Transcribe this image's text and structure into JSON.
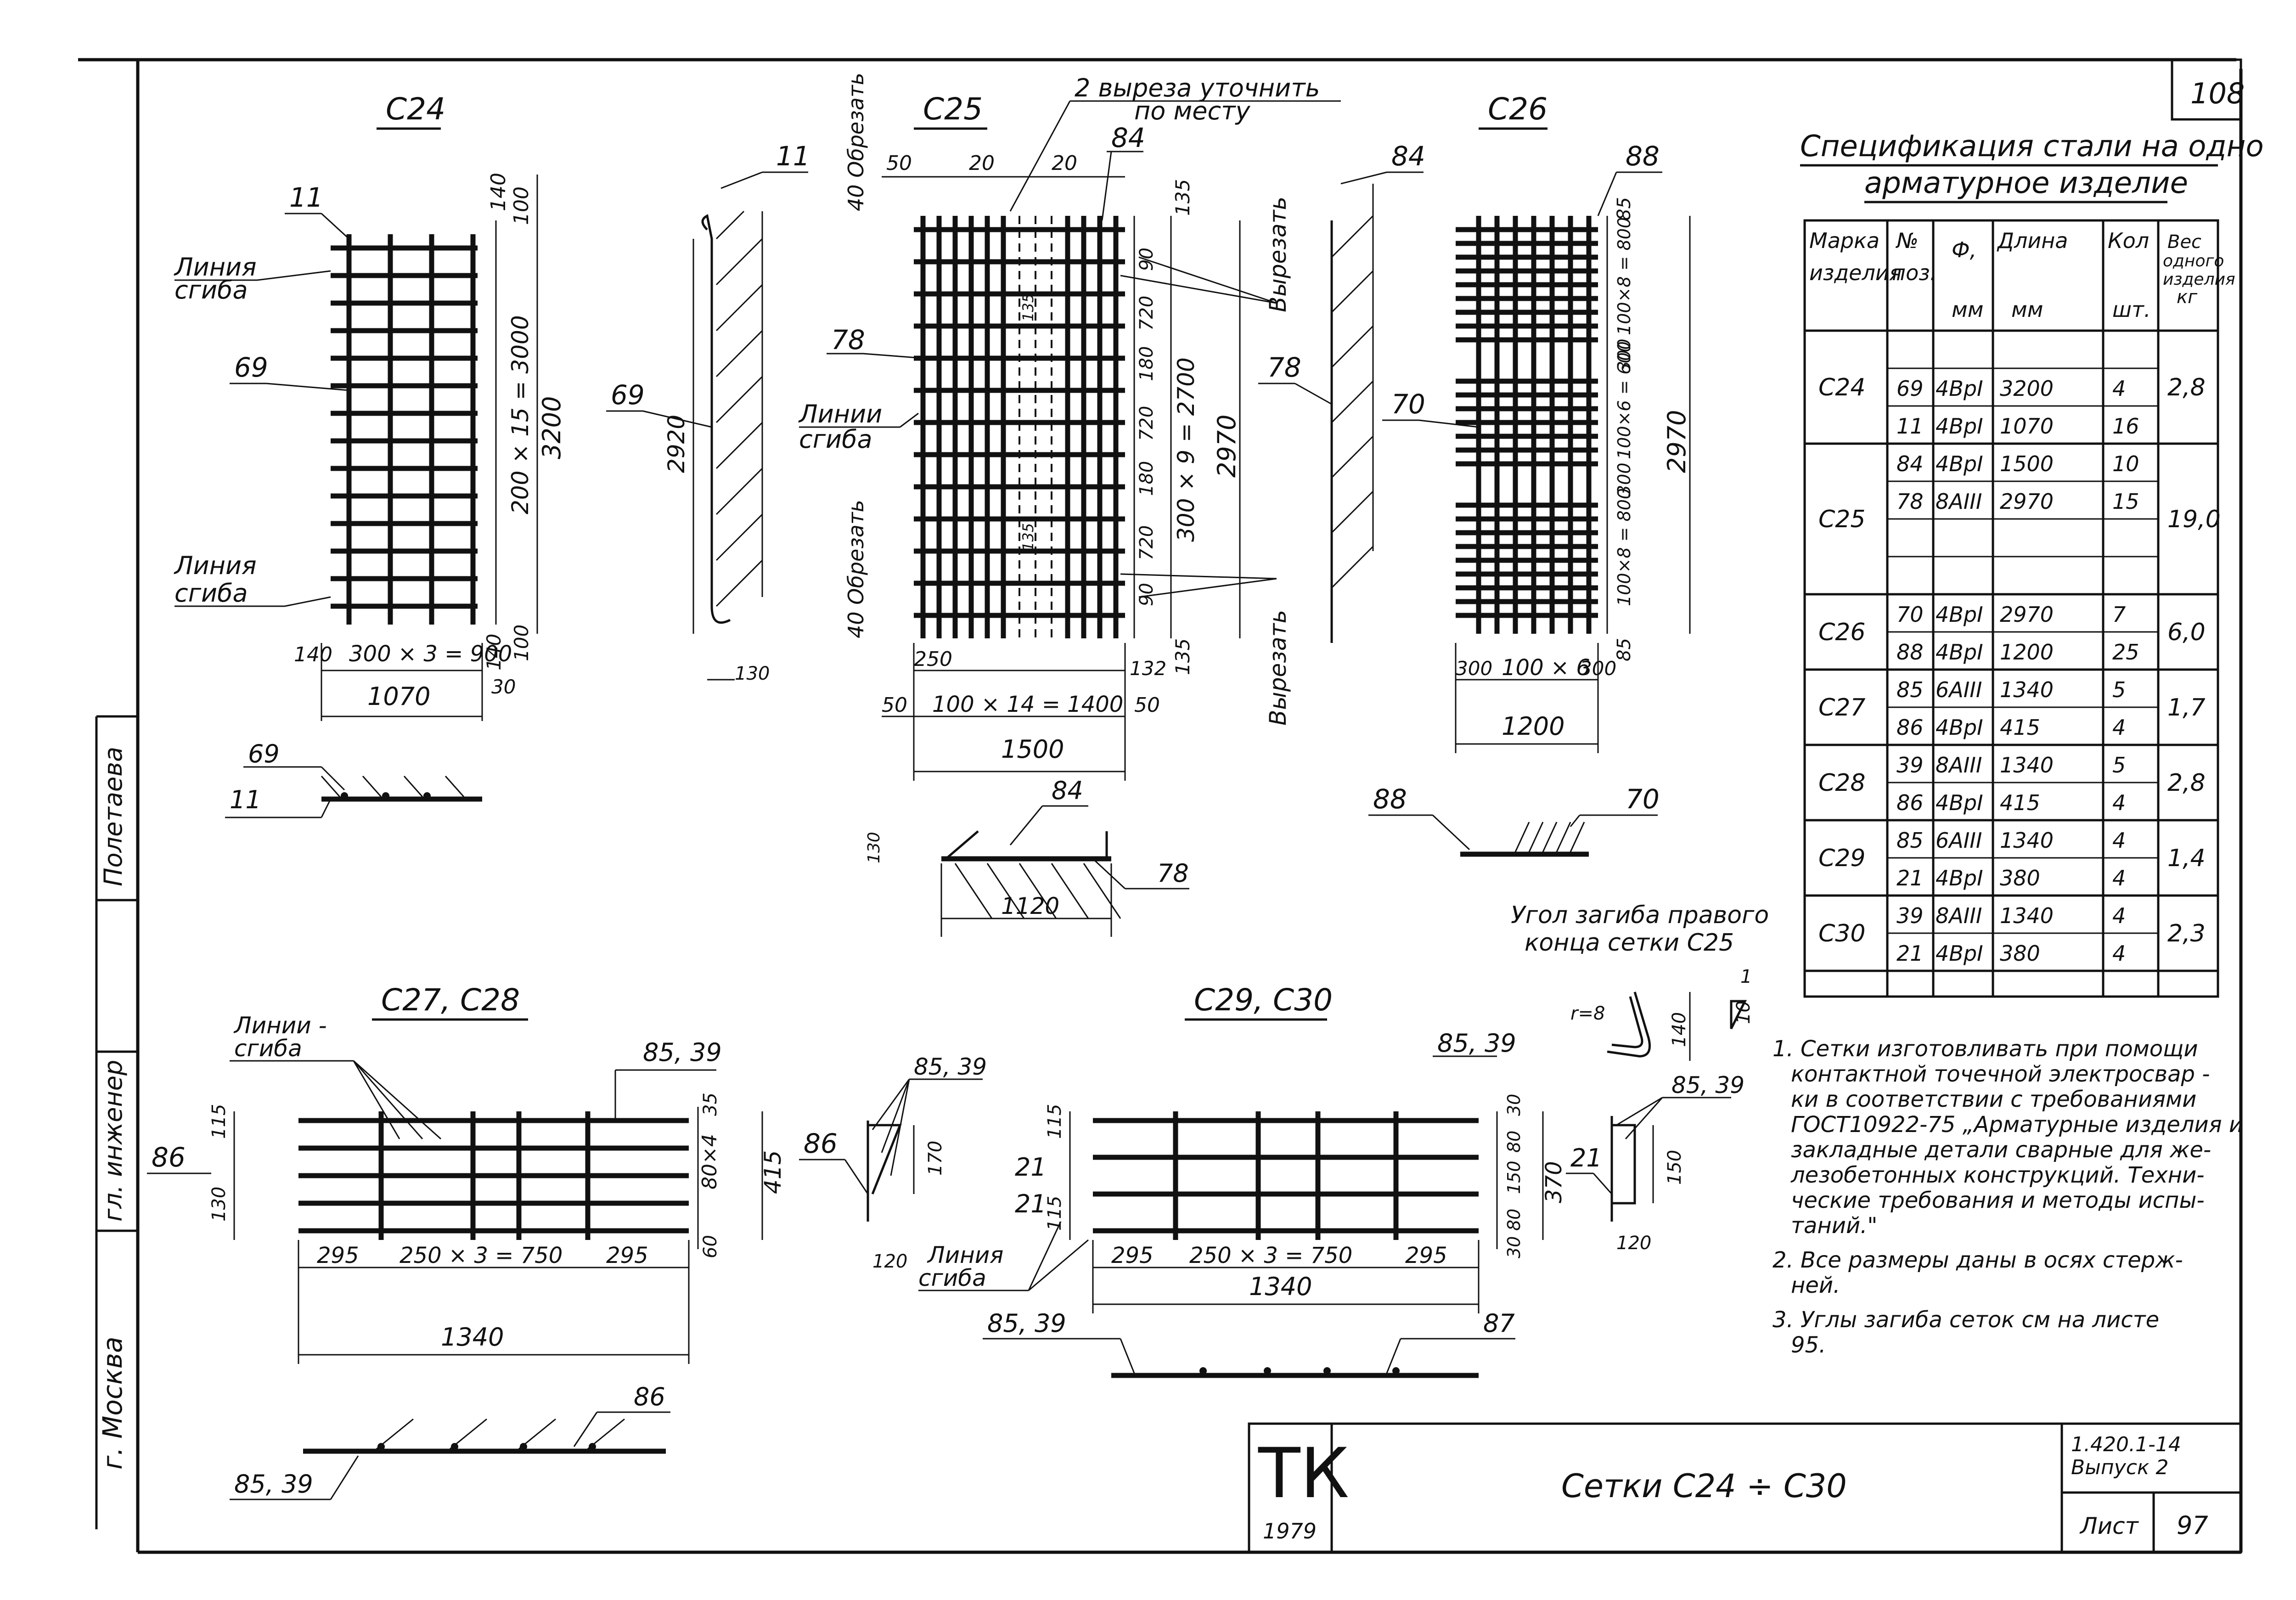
{
  "sheet_number": "108",
  "titles": {
    "c24": "С24",
    "c25": "С25",
    "c26": "С26",
    "c27_c28": "С27, С28",
    "c29_c30": "С29, С30"
  },
  "notes_top": {
    "cutouts_line1": "2 выреза уточнить",
    "cutouts_line2": "по месту"
  },
  "labels": {
    "bend_line_1": "Линия",
    "bend_line_2": "сгиба",
    "bend_lines_1": "Линии",
    "bend_lines_2": "сгиба",
    "bend_lines_c27_1": "Линии -",
    "bend_lines_c27_2": "сгиба",
    "cut_off_top": "40 Обрезать",
    "cut_off_bottom": "40 Обрезать",
    "cut_out_top": "Вырезать",
    "cut_out_bottom": "Вырезать",
    "bend_angle_1": "Угол загиба правого",
    "bend_angle_2": "конца сетки С25",
    "r8": "r=8",
    "slope_1": "1",
    "slope_10": "10"
  },
  "c24": {
    "pos_11": "11",
    "pos_69": "69",
    "d140_top": "140",
    "d100_top": "100",
    "d200x15": "200 × 15 = 3000",
    "d3200": "3200",
    "d140_l": "140",
    "d300x3": "300 × 3 = 900",
    "d140_r": "140",
    "d100_b": "100",
    "d1070": "1070",
    "d30": "30",
    "side_69": "69",
    "side_11": "11",
    "side_2920": "2920",
    "side_130": "130",
    "sec_69": "69",
    "sec_11": "11"
  },
  "c25": {
    "d50": "50",
    "d20a": "20",
    "d20b": "20",
    "pos_84": "84",
    "pos_78": "78",
    "d135_top": "135",
    "d90_top": "90",
    "d720a": "720",
    "d180a": "180",
    "d720b": "720",
    "d180b": "180",
    "d720c": "720",
    "d90_bot": "90",
    "d135_bot": "135",
    "d300x9": "300 × 9 = 2700",
    "d2970": "2970",
    "d135_small1": "135",
    "d135_small2": "135",
    "d250": "250",
    "d132": "132",
    "d50l": "50",
    "d100x14": "100 × 14 = 1400",
    "d50r": "50",
    "d1500": "1500",
    "side_84": "84",
    "side_78": "78",
    "sec_84": "84",
    "sec_78": "78",
    "sec_130": "130",
    "sec_1120": "1120"
  },
  "c26": {
    "pos_88": "88",
    "pos_70": "70",
    "d85_top": "85",
    "d100x8a": "100×8 = 800",
    "d300a": "300",
    "d100x6": "100×6 = 600",
    "d300b": "300",
    "d100x8b": "100×8 = 800",
    "d85_bot": "85",
    "d2970": "2970",
    "d300l": "300",
    "d100x6w": "100 × 6",
    "d300r": "300",
    "d1200": "1200",
    "sec_88": "88",
    "sec_70": "70"
  },
  "c27": {
    "pos_86": "86",
    "pos_8539": "85, 39",
    "d115": "115",
    "d130": "130",
    "d35": "35",
    "d80x4": "80×4",
    "d415": "415",
    "d60": "60",
    "d295l": "295",
    "d250x3": "250 × 3 = 750",
    "d295r": "295",
    "d1340": "1340",
    "sec_86": "86",
    "sec_8539": "85, 39",
    "side_8539": "85, 39",
    "side_86": "86",
    "side_170": "170",
    "side_120": "120"
  },
  "c29": {
    "pos_8539": "85, 39",
    "pos_21a": "21",
    "pos_21b": "21",
    "d115a": "115",
    "d115b": "115",
    "d30a": "30",
    "d80": "80",
    "d150": "150",
    "d80b": "80",
    "d30b": "30",
    "d370": "370",
    "d295l": "295",
    "d250x3": "250 × 3 = 750",
    "d295r": "295",
    "d1340": "1340",
    "sec_8539": "85, 39",
    "sec_87": "87",
    "side_8539": "85, 39",
    "side_21": "21",
    "side_150": "150",
    "side_120": "120",
    "side_140": "140"
  },
  "spec": {
    "title_1": "Спецификация стали на одно",
    "title_2": "арматурное изделие",
    "headers": [
      [
        "Марка",
        "изделия"
      ],
      [
        "№",
        "поз."
      ],
      [
        "Ф,",
        "мм"
      ],
      [
        "Длина",
        "мм"
      ],
      [
        "Кол",
        "шт."
      ],
      [
        "Вес",
        "одного",
        "изделия",
        "кг"
      ]
    ],
    "groups": [
      {
        "mark": "С24",
        "weight": "2,8",
        "rows": [
          [
            "",
            "",
            "",
            ""
          ],
          [
            "69",
            "4ВрI",
            "3200",
            "4"
          ],
          [
            "11",
            "4ВрI",
            "1070",
            "16"
          ]
        ]
      },
      {
        "mark": "С25",
        "weight": "19,0",
        "rows": [
          [
            "84",
            "4ВрI",
            "1500",
            "10"
          ],
          [
            "78",
            "8АIII",
            "2970",
            "15"
          ],
          [
            "",
            "",
            "",
            ""
          ],
          [
            "",
            "",
            "",
            ""
          ]
        ]
      },
      {
        "mark": "С26",
        "weight": "6,0",
        "rows": [
          [
            "70",
            "4ВрI",
            "2970",
            "7"
          ],
          [
            "88",
            "4ВрI",
            "1200",
            "25"
          ]
        ]
      },
      {
        "mark": "С27",
        "weight": "1,7",
        "rows": [
          [
            "85",
            "6АIII",
            "1340",
            "5"
          ],
          [
            "86",
            "4ВрI",
            "415",
            "4"
          ]
        ]
      },
      {
        "mark": "С28",
        "weight": "2,8",
        "rows": [
          [
            "39",
            "8АIII",
            "1340",
            "5"
          ],
          [
            "86",
            "4ВрI",
            "415",
            "4"
          ]
        ]
      },
      {
        "mark": "С29",
        "weight": "1,4",
        "rows": [
          [
            "85",
            "6АIII",
            "1340",
            "4"
          ],
          [
            "21",
            "4ВрI",
            "380",
            "4"
          ]
        ]
      },
      {
        "mark": "С30",
        "weight": "2,3",
        "rows": [
          [
            "39",
            "8АIII",
            "1340",
            "4"
          ],
          [
            "21",
            "4ВрI",
            "380",
            "4"
          ]
        ]
      }
    ]
  },
  "notes": [
    "1. Сетки изготовливать при помощи",
    "контактной точечной электросвар -",
    "ки в соответствии с требованиями",
    "ГОСТ10922-75 „Арматурные изделия и",
    "закладные детали сварные для же-",
    "лезобетонных конструкций. Техни-",
    "ческие требования и методы испы-",
    "таний.\"",
    "2. Все размеры даны в осях стерж-",
    "ней.",
    "3. Углы загиба сеток см на листе",
    "95."
  ],
  "stamp": {
    "logo": "ТК",
    "year": "1979",
    "title": "Сетки С24 ÷ С30",
    "code": "1.420.1-14",
    "issue": "Выпуск 2",
    "sheet_label": "Лист",
    "sheet_no": "97"
  },
  "margin": {
    "city": "г. Москва",
    "role": "гл. инженер",
    "name": "Полетаева"
  }
}
